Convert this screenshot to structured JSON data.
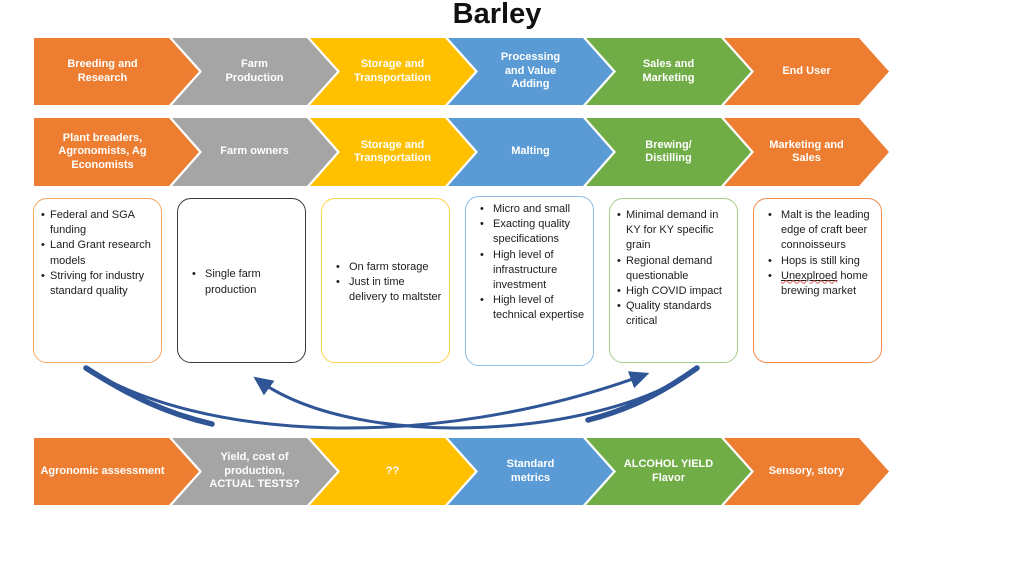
{
  "title": "Barley",
  "arrows": {
    "color": "#2F5597",
    "semantic": "feedback-from-notes-to-metrics"
  },
  "chain_row": {
    "items": [
      {
        "label": "Breeding and\nResearch",
        "color": "#ED7D31"
      },
      {
        "label": "Farm\nProduction",
        "color": "#A5A5A5"
      },
      {
        "label": "Storage and\nTransportation",
        "color": "#FFC000"
      },
      {
        "label": "Processing\nand Value\nAdding",
        "color": "#5B9BD5"
      },
      {
        "label": "Sales and\nMarketing",
        "color": "#70AD47"
      },
      {
        "label": "End User",
        "color": "#ED7D31"
      }
    ]
  },
  "actors_row": {
    "items": [
      {
        "label": "Plant breaders,\nAgronomists, Ag\nEconomists",
        "color": "#ED7D31"
      },
      {
        "label": "Farm owners",
        "color": "#A5A5A5"
      },
      {
        "label": "Storage and\nTransportation",
        "color": "#FFC000"
      },
      {
        "label": "Malting",
        "color": "#5B9BD5"
      },
      {
        "label": "Brewing/\nDistilling",
        "color": "#70AD47"
      },
      {
        "label": "Marketing and\nSales",
        "color": "#ED7D31"
      }
    ]
  },
  "metrics_row": {
    "items": [
      {
        "label": "Agronomic assessment",
        "color": "#ED7D31"
      },
      {
        "label": "Yield, cost of\nproduction,\nACTUAL TESTS?",
        "color": "#A5A5A5"
      },
      {
        "label": "??",
        "color": "#FFC000"
      },
      {
        "label": "Standard\nmetrics",
        "color": "#5B9BD5"
      },
      {
        "label": "ALCOHOL YIELD\nFlavor",
        "color": "#70AD47"
      },
      {
        "label": "Sensory, story",
        "color": "#ED7D31"
      }
    ]
  },
  "boxes": [
    {
      "border": "#F5A662",
      "bullets": [
        "Federal and SGA funding",
        "Land Grant research models",
        "Striving for industry standard quality"
      ]
    },
    {
      "border": "#3A3A3A",
      "bullets": [
        "Single farm production"
      ]
    },
    {
      "border": "#FFD24B",
      "bullets": [
        "On farm storage",
        "Just in time delivery to maltster"
      ]
    },
    {
      "border": "#8FBCE4",
      "bullets": [
        "Micro and small",
        "Exacting quality specifications",
        "High level of infrastructure investment",
        "High level of technical expertise"
      ]
    },
    {
      "border": "#A6CE8E",
      "bullets": [
        "Minimal demand in KY for KY specific grain",
        "Regional demand questionable",
        "High COVID impact",
        "Quality standards critical"
      ]
    },
    {
      "border": "#F08A4D",
      "bullets": [
        "Malt is the leading edge of craft beer connoisseurs",
        "Hops is still king"
      ],
      "underlined_word": "Unexplroed",
      "underlined_rest": "home brewing market"
    }
  ]
}
